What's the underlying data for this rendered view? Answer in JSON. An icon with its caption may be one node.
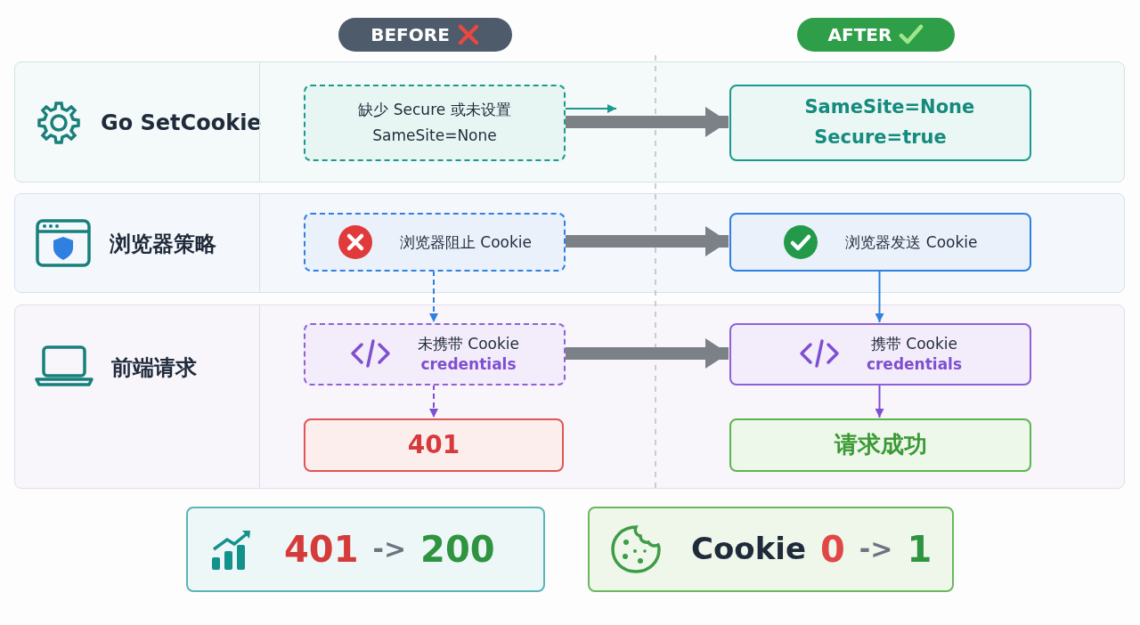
{
  "diagram": {
    "nodes": [
      {
        "text": [
          "Go SetCookie"
        ]
      },
      {
        "text": [
          "缺少 Secure 或未设置 SameSite=None"
        ],
        "in": 0
      },
      {
        "text": [
          "SameSite=None Secure=true"
        ],
        "in": 0
      },
      {
        "text": [
          "浏览器策略"
        ]
      },
      {
        "text": [
          "浏览器阻止 Cookie"
        ],
        "in": 3
      },
      {
        "text": [
          "浏览器发送 Cookie"
        ],
        "in": 3
      },
      {
        "text": [
          "前端请求"
        ]
      },
      {
        "text": [
          "未携带 Cookie",
          "credentials"
        ],
        "in": 6
      },
      {
        "text": [
          "携带 Cookie",
          "credentials"
        ],
        "in": 6
      },
      {
        "text": [
          "401"
        ],
        "in": 6
      },
      {
        "text": [
          "请求成功"
        ],
        "in": 6
      },
      {
        "text": [
          "BEFORE"
        ]
      },
      {
        "text": [
          "AFTER"
        ]
      },
      {
        "text": [
          "401",
          "->",
          "200"
        ]
      },
      {
        "text": [
          "Cookie",
          "0",
          "->",
          "1"
        ]
      }
    ],
    "edges": [
      {
        "from": 1,
        "to": null,
        "arrow": "to",
        "color": "#1a9a8c"
      },
      {
        "from": 1,
        "to": 2,
        "arrow": "to",
        "style": "thick",
        "color": "#7b8187"
      },
      {
        "from": 4,
        "to": 5,
        "arrow": "to",
        "style": "thick",
        "color": "#7b8187"
      },
      {
        "from": 7,
        "to": 8,
        "arrow": "to",
        "style": "thick",
        "color": "#7b8187"
      },
      {
        "from": 4,
        "to": 7,
        "arrow": "to",
        "style": "dashed",
        "color": "#2f80e0"
      },
      {
        "from": 7,
        "to": 9,
        "arrow": "to",
        "style": "dashed",
        "color": "#7e4fd0"
      },
      {
        "from": 5,
        "to": 8,
        "arrow": "to",
        "color": "#2f80e0"
      },
      {
        "from": 8,
        "to": 10,
        "arrow": "to",
        "color": "#7e4fd0"
      }
    ]
  }
}
